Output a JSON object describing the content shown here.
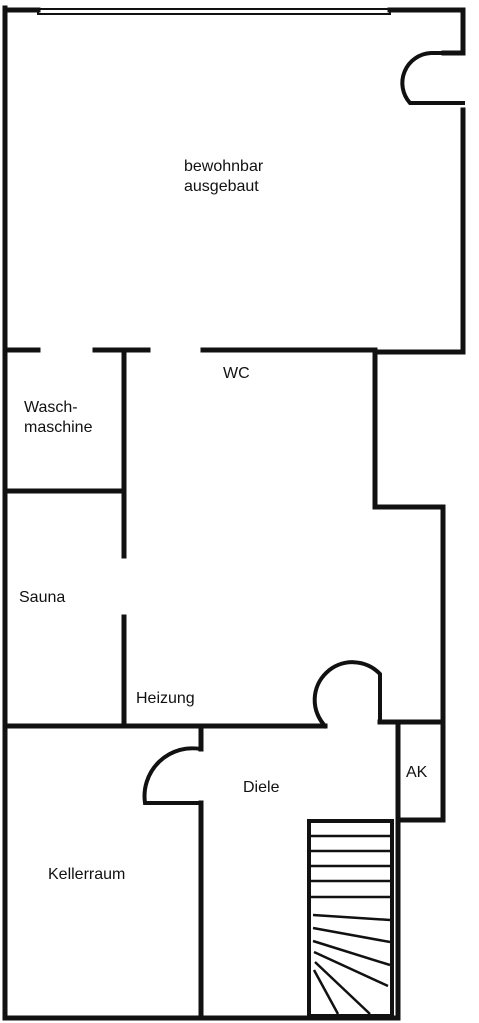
{
  "plan": {
    "rooms": {
      "bewohnbar": {
        "line1": "bewohnbar",
        "line2": "ausgebaut"
      },
      "wc": "WC",
      "wasch": {
        "line1": "Wasch-",
        "line2": "maschine"
      },
      "sauna": "Sauna",
      "heizung": "Heizung",
      "kellerraum": "Kellerraum",
      "diele": "Diele",
      "ak": "AK"
    },
    "colors": {
      "wall": "#111111",
      "background": "#ffffff"
    }
  }
}
